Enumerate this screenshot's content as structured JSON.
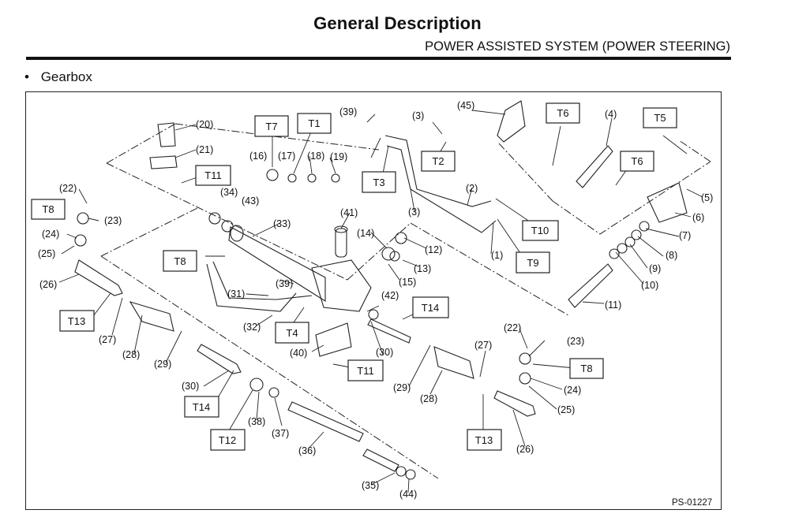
{
  "header": {
    "title": "General Description",
    "subtitle": "POWER ASSISTED SYSTEM (POWER STEERING)"
  },
  "section": {
    "bullet": "•",
    "title": "Gearbox"
  },
  "diagram": {
    "code": "PS-01227",
    "part_labels": [
      "(1)",
      "(2)",
      "(3)",
      "(3)",
      "(4)",
      "(5)",
      "(6)",
      "(7)",
      "(8)",
      "(9)",
      "(10)",
      "(11)",
      "(12)",
      "(13)",
      "(14)",
      "(15)",
      "(16)",
      "(17)",
      "(18)",
      "(19)",
      "(20)",
      "(21)",
      "(22)",
      "(22)",
      "(23)",
      "(23)",
      "(24)",
      "(24)",
      "(25)",
      "(25)",
      "(26)",
      "(26)",
      "(27)",
      "(27)",
      "(28)",
      "(28)",
      "(29)",
      "(29)",
      "(30)",
      "(30)",
      "(31)",
      "(32)",
      "(33)",
      "(34)",
      "(35)",
      "(36)",
      "(37)",
      "(38)",
      "(39)",
      "(39)",
      "(40)",
      "(41)",
      "(42)",
      "(43)",
      "(44)",
      "(45)"
    ],
    "torque_labels": [
      "T1",
      "T2",
      "T3",
      "T4",
      "T5",
      "T6",
      "T6",
      "T7",
      "T8",
      "T8",
      "T8",
      "T9",
      "T10",
      "T11",
      "T11",
      "T12",
      "T13",
      "T13",
      "T14",
      "T14"
    ]
  }
}
